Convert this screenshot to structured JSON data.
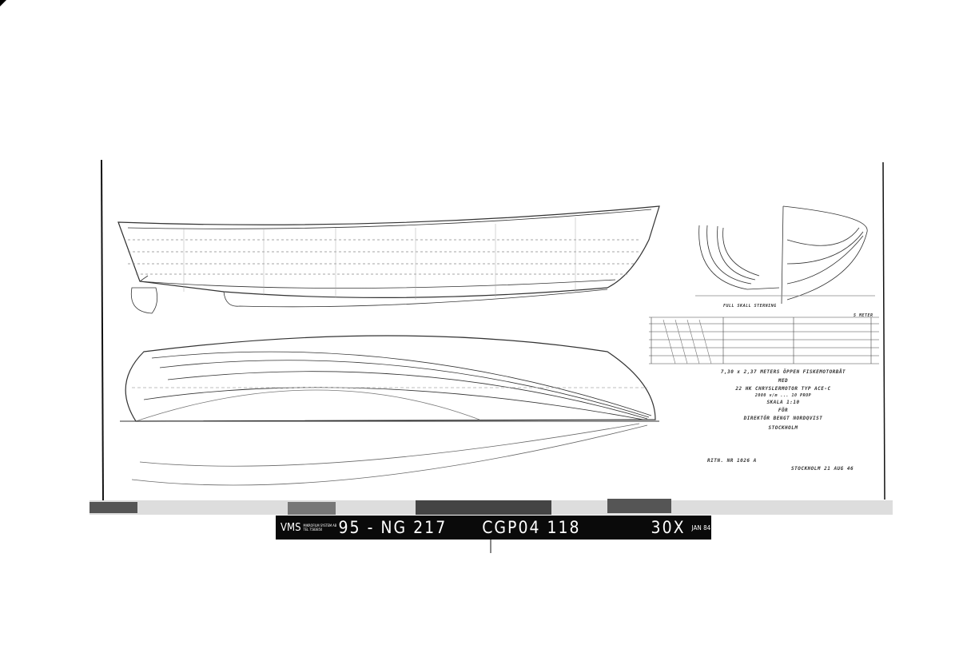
{
  "drawing": {
    "title_block": {
      "line1": "7,30 x 2,37 METERS ÖPPEN FISKEMOTORBÅT",
      "line2": "MED",
      "line3": "22 HK CHRYSLERMOTOR TYP ACE-C",
      "line4": "2000 v/m ... 10 PROP",
      "line5": "SKALA 1:10",
      "line6": "FÖR",
      "line7": "DIREKTÖR BENGT NORDQVIST",
      "line8": "STOCKHOLM",
      "drawing_number": "RITN. NR 1026 A",
      "place_date": "STOCKHOLM 21 AUG 46"
    },
    "view_labels": {
      "body_plan": "FULL SKALL STERNING",
      "scale": "5 METER"
    }
  },
  "film_strip": {
    "brand": "VMS",
    "brand_sub": "MIKROFILM SYSTEM AB",
    "brand_tel": "TEL 7583850",
    "reel": "95 - NG 217",
    "frame": "CGP04 118",
    "reduction": "30X",
    "date": "JAN 84"
  }
}
